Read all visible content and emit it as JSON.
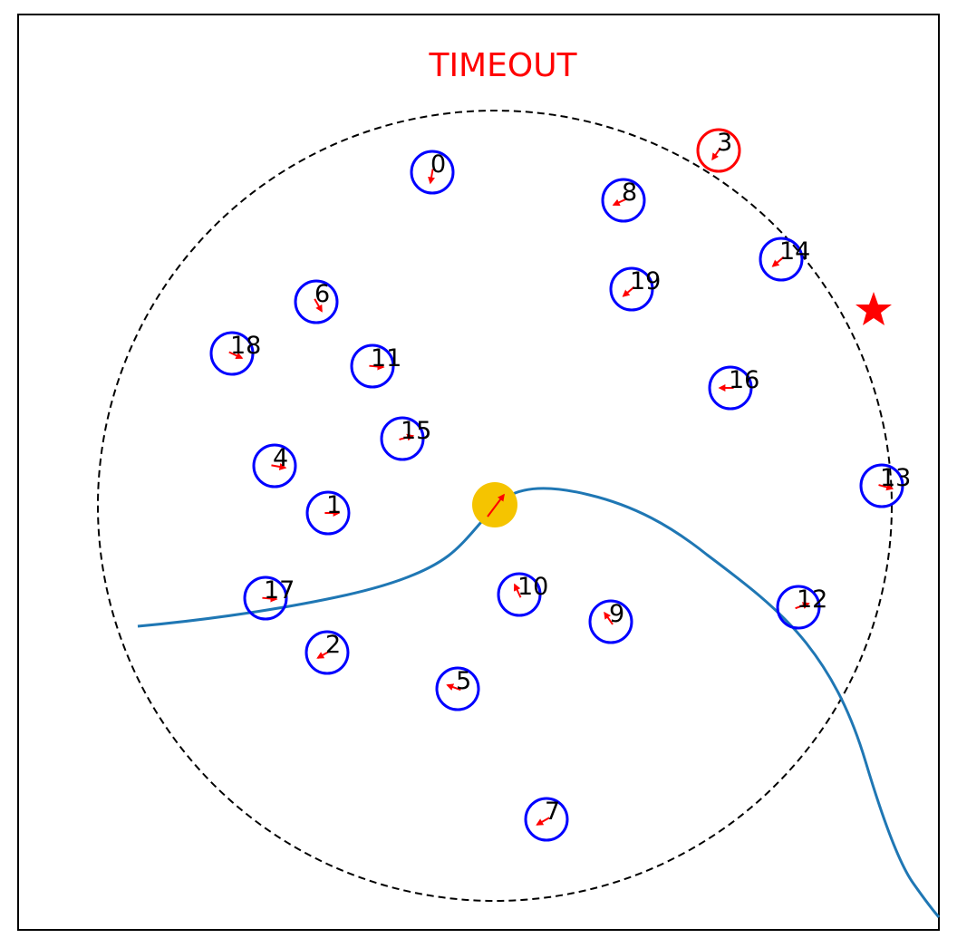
{
  "status": {
    "text": "TIMEOUT",
    "color": "#ff0000"
  },
  "colors": {
    "agent": "#0000ff",
    "collided_agent": "#ff0000",
    "velocity_arrow": "#ff0000",
    "robot": "#f5c400",
    "goal": "#ff0000",
    "trajectory": "#1f77b4",
    "boundary": "#000000"
  },
  "icons": {
    "goal": "star-icon",
    "robot": "robot-disc"
  },
  "agents": [
    {
      "id": "0",
      "label": "0",
      "state": "normal",
      "heading_deg": 100
    },
    {
      "id": "1",
      "label": "1",
      "state": "normal",
      "heading_deg": 0
    },
    {
      "id": "2",
      "label": "2",
      "state": "normal",
      "heading_deg": 150
    },
    {
      "id": "3",
      "label": "3",
      "state": "collided",
      "heading_deg": 125
    },
    {
      "id": "4",
      "label": "4",
      "state": "normal",
      "heading_deg": 10
    },
    {
      "id": "5",
      "label": "5",
      "state": "normal",
      "heading_deg": 200
    },
    {
      "id": "6",
      "label": "6",
      "state": "normal",
      "heading_deg": 60
    },
    {
      "id": "7",
      "label": "7",
      "state": "normal",
      "heading_deg": 150
    },
    {
      "id": "8",
      "label": "8",
      "state": "normal",
      "heading_deg": 155
    },
    {
      "id": "9",
      "label": "9",
      "state": "normal",
      "heading_deg": 235
    },
    {
      "id": "10",
      "label": "10",
      "state": "normal",
      "heading_deg": 245
    },
    {
      "id": "11",
      "label": "11",
      "state": "normal",
      "heading_deg": 5
    },
    {
      "id": "12",
      "label": "12",
      "state": "normal",
      "heading_deg": 340
    },
    {
      "id": "13",
      "label": "13",
      "state": "normal",
      "heading_deg": 15
    },
    {
      "id": "14",
      "label": "14",
      "state": "normal",
      "heading_deg": 140
    },
    {
      "id": "15",
      "label": "15",
      "state": "normal",
      "heading_deg": 345
    },
    {
      "id": "16",
      "label": "16",
      "state": "normal",
      "heading_deg": 180
    },
    {
      "id": "17",
      "label": "17",
      "state": "normal",
      "heading_deg": 5
    },
    {
      "id": "18",
      "label": "18",
      "state": "normal",
      "heading_deg": 25
    },
    {
      "id": "19",
      "label": "19",
      "state": "normal",
      "heading_deg": 140
    }
  ]
}
